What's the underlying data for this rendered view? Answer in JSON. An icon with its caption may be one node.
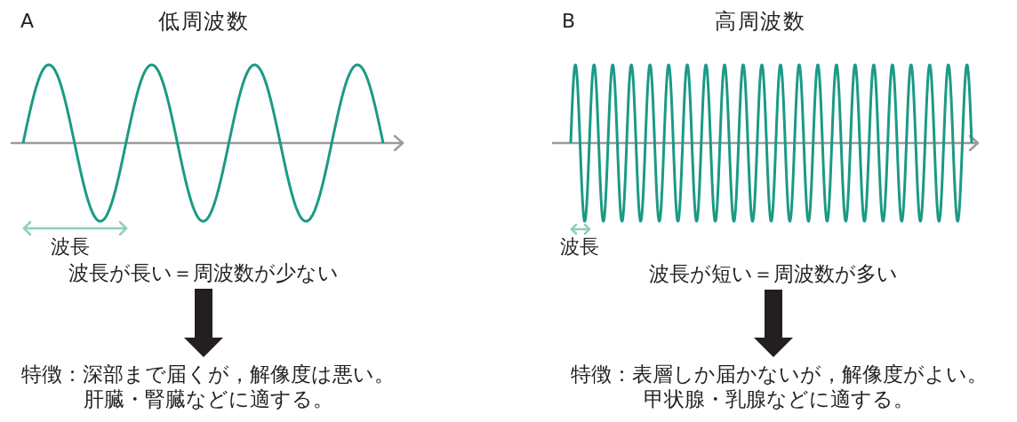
{
  "diagram": {
    "nodes": [
      {
        "text": [
          "波長が長い＝周波数が少ない"
        ]
      },
      {
        "text": [
          "特徴：深部まで届くが，解像度は悪い。肝臓・腎臓などに適する。"
        ]
      },
      {
        "text": [
          "波長が短い＝周波数が多い"
        ]
      },
      {
        "text": [
          "特徴：表層しか届かないが，解像度がよい。甲状腺・乳腺などに適する。"
        ]
      }
    ],
    "edges": [
      {
        "from": 0,
        "to": 1,
        "arrow": "to"
      },
      {
        "from": 2,
        "to": 3,
        "arrow": "to"
      }
    ],
    "labels": [
      "A",
      "低周波数",
      "B",
      "高周波数",
      "波長",
      "波長"
    ]
  }
}
